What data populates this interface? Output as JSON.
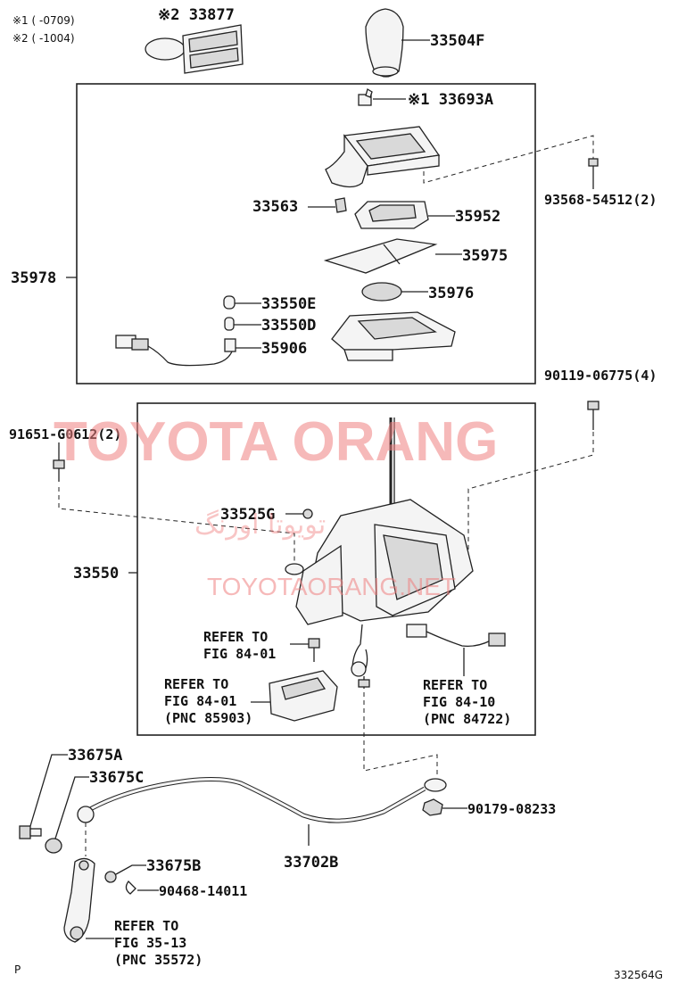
{
  "notes": {
    "note1": "※1 (     -0709)",
    "note2": "※2 (     -1004)"
  },
  "parts": {
    "p33877": "※2 33877",
    "p33504F": "33504F",
    "p33693A": "※1 33693A",
    "p93568": "93568-54512(2)",
    "p33563": "33563",
    "p35952": "35952",
    "p35975": "35975",
    "p35978": "35978",
    "p35976": "35976",
    "p33550E": "33550E",
    "p33550D": "33550D",
    "p35906": "35906",
    "p90119": "90119-06775(4)",
    "p91651": "91651-G0612(2)",
    "p33525G": "33525G",
    "p33550": "33550",
    "p33675A": "33675A",
    "p33675C": "33675C",
    "p90179": "90179-08233",
    "p33702B": "33702B",
    "p33675B": "33675B",
    "p90468": "90468-14011"
  },
  "refs": {
    "ref1": [
      "REFER TO",
      "FIG 84-01"
    ],
    "ref2": [
      "REFER TO",
      "FIG 84-01",
      "(PNC 85903)"
    ],
    "ref3": [
      "REFER TO",
      "FIG 84-10",
      "(PNC 84722)"
    ],
    "ref4": [
      "REFER TO",
      "FIG 35-13",
      "(PNC 35572)"
    ]
  },
  "watermark": {
    "main": "TOYOTA ORANG",
    "sub": "TOYOTAORANG.NET",
    "arabic": "تویوتا اورنگ"
  },
  "footer": {
    "corner_letter": "P",
    "diagram_id": "332564G"
  }
}
